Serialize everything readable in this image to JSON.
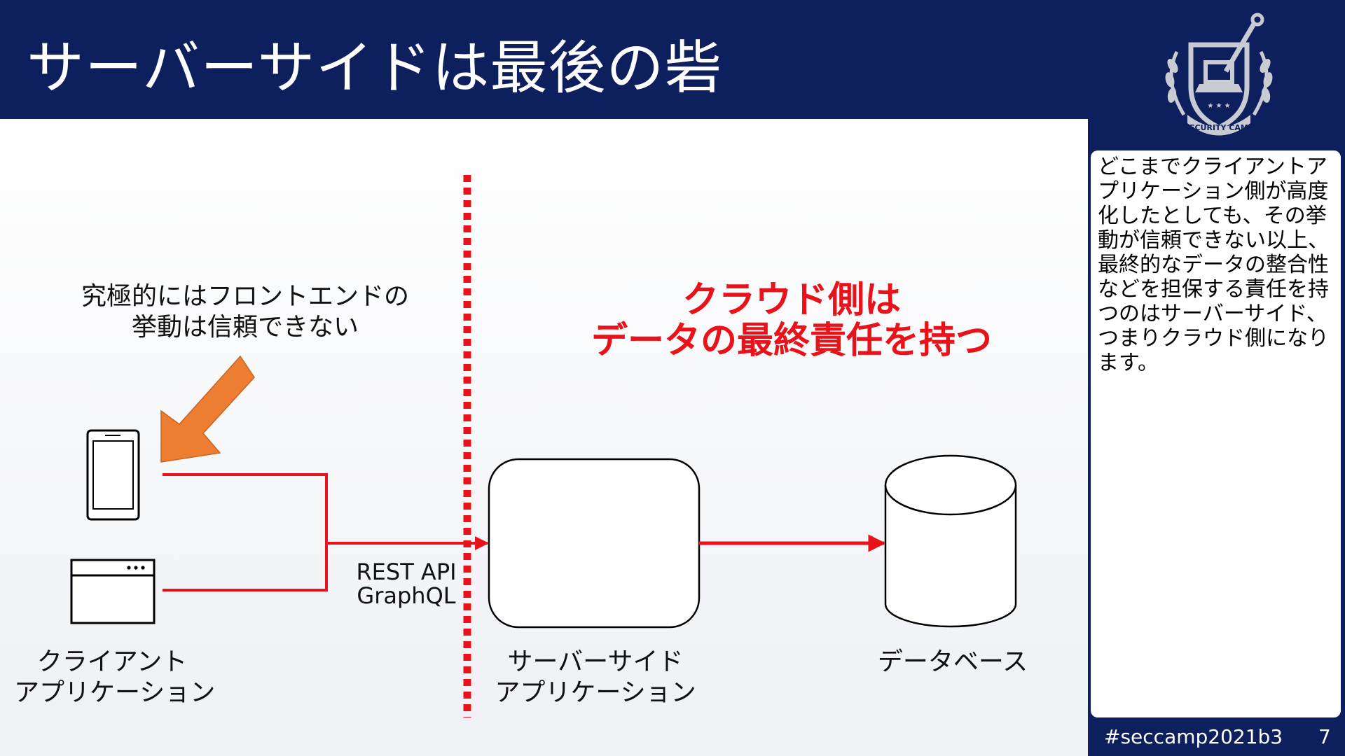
{
  "slide": {
    "title": "サーバーサイドは最後の砦",
    "hashtag": "#seccamp2021b3",
    "page_number": "7"
  },
  "sidebar": {
    "note": "どこまでクライアントアプリケーション側が高度化したとしても、その挙動が信頼できない以上、最終的なデータの整合性などを担保する責任を持つのはサーバーサイド、つまりクラウド側になります。"
  },
  "emblem": {
    "text": "SECURITY CAMP"
  },
  "diagram": {
    "client_label_line1": "クライアント",
    "client_label_line2": "アプリケーション",
    "server_label_line1": "サーバーサイド",
    "server_label_line2": "アプリケーション",
    "database_label": "データベース",
    "api_line1": "REST API",
    "api_line2": "GraphQL",
    "note_line1": "究極的にはフロントエンドの",
    "note_line2": "挙動は信頼できない",
    "cloud_line1": "クラウド側は",
    "cloud_line2": "データの最終責任を持つ"
  },
  "colors": {
    "header_bg": "#0d1f5c",
    "accent_red": "#e8131a",
    "arrow_orange": "#ed7d31"
  },
  "icons": [
    "smartphone-icon",
    "browser-window-icon",
    "database-icon",
    "security-camp-emblem"
  ]
}
